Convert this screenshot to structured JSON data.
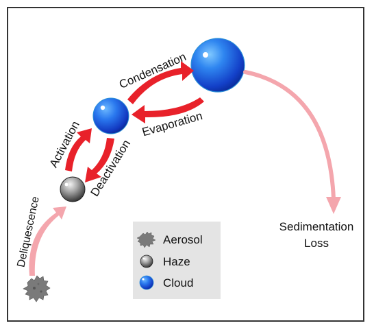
{
  "processes": {
    "condensation": "Condensation",
    "evaporation": "Evaporation",
    "activation": "Activation",
    "deactivation": "Deactivation",
    "deliquescence": "Deliquescence",
    "sedimentation_line1": "Sedimentation",
    "sedimentation_line2": "Loss"
  },
  "legend": {
    "items": [
      {
        "label": "Aerosol",
        "icon": "aerosol-icon"
      },
      {
        "label": "Haze",
        "icon": "haze-droplet-icon"
      },
      {
        "label": "Cloud",
        "icon": "cloud-droplet-icon"
      }
    ]
  },
  "colors": {
    "arrow_red": "#e8212a",
    "arrow_pink": "#f4a6ad",
    "cloud_blue": "#1f5fe0",
    "haze_gray": "#6e6e6e",
    "aerosol_gray": "#7a7a7a",
    "legend_bg": "#e4e4e4"
  }
}
